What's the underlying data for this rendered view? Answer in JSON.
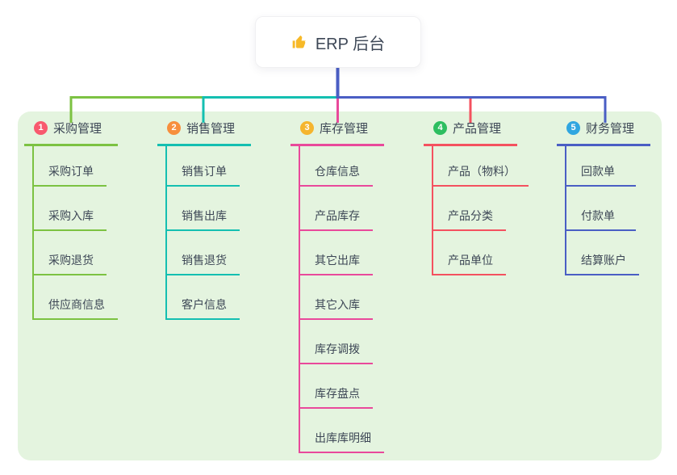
{
  "root": {
    "label": "ERP 后台",
    "icon": "thumbs-up-icon",
    "icon_color": "#f7b928",
    "line_color": "#4a5ec4"
  },
  "panel": {
    "bg_color": "#e4f4df"
  },
  "colors": {
    "text": "#3d4756",
    "background": "#ffffff"
  },
  "branches": [
    {
      "number": "1",
      "title": "采购管理",
      "line_color": "#7cc242",
      "badge_color": "#f8596e",
      "children": [
        "采购订单",
        "采购入库",
        "采购退货",
        "供应商信息"
      ]
    },
    {
      "number": "2",
      "title": "销售管理",
      "line_color": "#14bfb1",
      "badge_color": "#f78f3d",
      "children": [
        "销售订单",
        "销售出库",
        "销售退货",
        "客户信息"
      ]
    },
    {
      "number": "3",
      "title": "库存管理",
      "line_color": "#e9499b",
      "badge_color": "#f5b52e",
      "children": [
        "仓库信息",
        "产品库存",
        "其它出库",
        "其它入库",
        "库存调拨",
        "库存盘点",
        "出库库明细"
      ]
    },
    {
      "number": "4",
      "title": "产品管理",
      "line_color": "#f4515f",
      "badge_color": "#2dbe60",
      "children": [
        "产品（物料）",
        "产品分类",
        "产品单位"
      ]
    },
    {
      "number": "5",
      "title": "财务管理",
      "line_color": "#4a5ec4",
      "badge_color": "#30a6e0",
      "children": [
        "回款单",
        "付款单",
        "结算账户"
      ]
    }
  ]
}
